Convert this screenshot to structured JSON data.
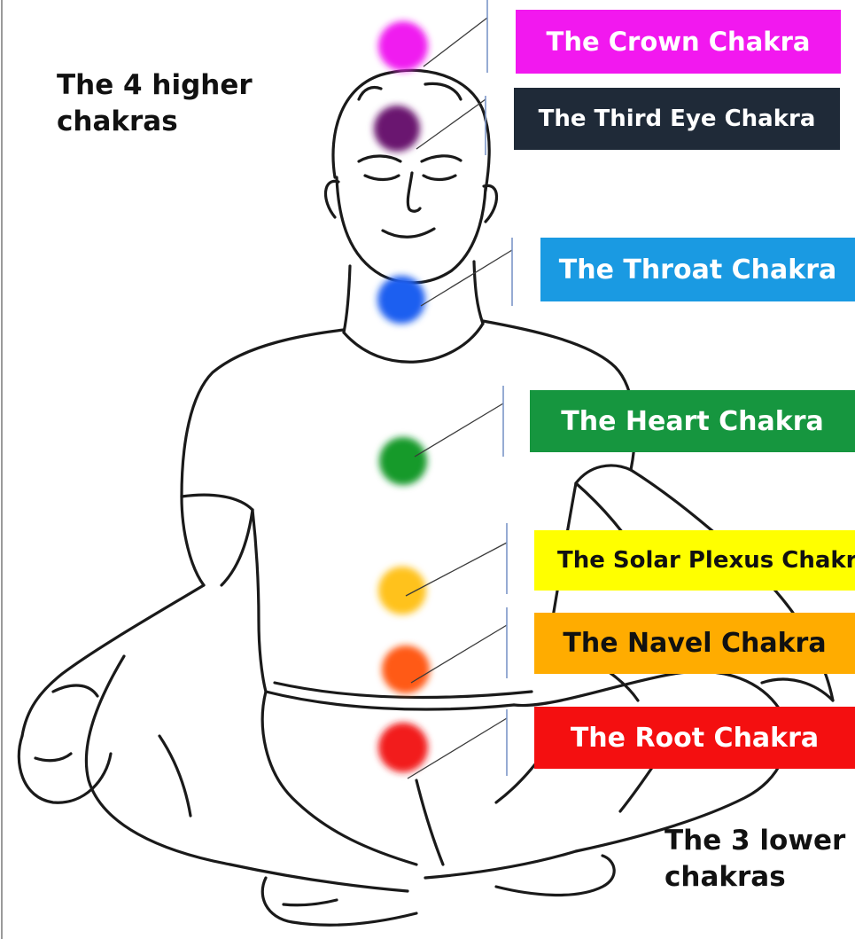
{
  "captions": {
    "higher": "The 4 higher\nchakras",
    "lower": "The 3 lower\nchakras"
  },
  "chakras": [
    {
      "label": "The Crown Chakra",
      "color": "#f218ef",
      "text_color": "#ffffff",
      "dot_color": "#f01df0"
    },
    {
      "label": "The Third Eye Chakra",
      "color": "#1f2a38",
      "text_color": "#ffffff",
      "dot_color": "#6b1470"
    },
    {
      "label": "The Throat Chakra",
      "color": "#1a9ae2",
      "text_color": "#ffffff",
      "dot_color": "#1f5ef0"
    },
    {
      "label": "The Heart Chakra",
      "color": "#16963f",
      "text_color": "#ffffff",
      "dot_color": "#189a2a"
    },
    {
      "label": "The Solar Plexus Chakra",
      "color": "#ffff00",
      "text_color": "#111111",
      "dot_color": "#ffc21a"
    },
    {
      "label": "The Navel Chakra",
      "color": "#ffac00",
      "text_color": "#111111",
      "dot_color": "#ff5a12"
    },
    {
      "label": "The Root Chakra",
      "color": "#f40f10",
      "text_color": "#ffffff",
      "dot_color": "#f21a1a"
    }
  ]
}
